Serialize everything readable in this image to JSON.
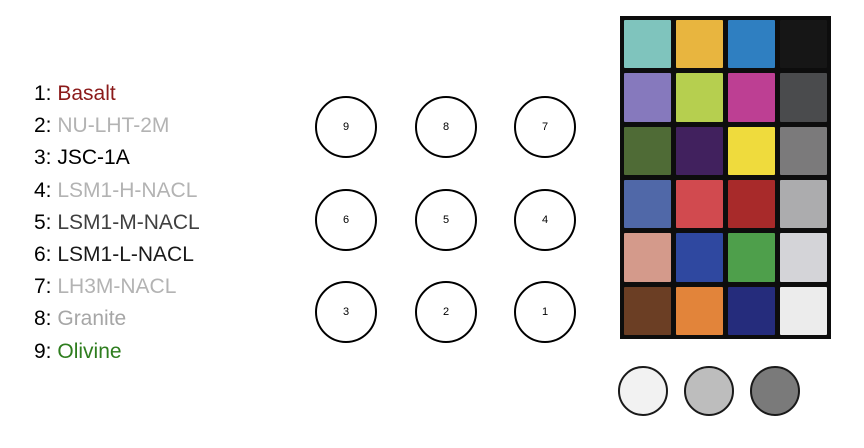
{
  "legend": [
    {
      "number": "1:",
      "name": "Basalt",
      "color": "#8b1a1a"
    },
    {
      "number": "2:",
      "name": "NU-LHT-2M",
      "color": "#b3b3b3"
    },
    {
      "number": "3:",
      "name": "JSC-1A",
      "color": "#000000"
    },
    {
      "number": "4:",
      "name": "LSM1-H-NACL",
      "color": "#b3b3b3"
    },
    {
      "number": "5:",
      "name": "LSM1-M-NACL",
      "color": "#404040"
    },
    {
      "number": "6:",
      "name": "LSM1-L-NACL",
      "color": "#1a1a1a"
    },
    {
      "number": "7:",
      "name": "LH3M-NACL",
      "color": "#b3b3b3"
    },
    {
      "number": "8:",
      "name": "Granite",
      "color": "#a6a6a6"
    },
    {
      "number": "9:",
      "name": "Olivine",
      "color": "#2e7d1e"
    }
  ],
  "sample_circles": [
    "9",
    "8",
    "7",
    "6",
    "5",
    "4",
    "3",
    "2",
    "1"
  ],
  "color_checker": [
    "#7fc4bd",
    "#e8b53f",
    "#2f7fc1",
    "#161616",
    "#8679bd",
    "#b6cf4f",
    "#bd3f93",
    "#4a4b4d",
    "#4f6b36",
    "#41215e",
    "#efdb3d",
    "#7b7a7b",
    "#5068a8",
    "#d14a4f",
    "#a82a2a",
    "#acacae",
    "#d49a8b",
    "#2f48a0",
    "#4e9f4b",
    "#d4d4d8",
    "#6b3e24",
    "#e2843a",
    "#252c7c",
    "#ececec"
  ],
  "gray_references": [
    "#f2f2f2",
    "#bdbdbd",
    "#7a7a7a"
  ]
}
